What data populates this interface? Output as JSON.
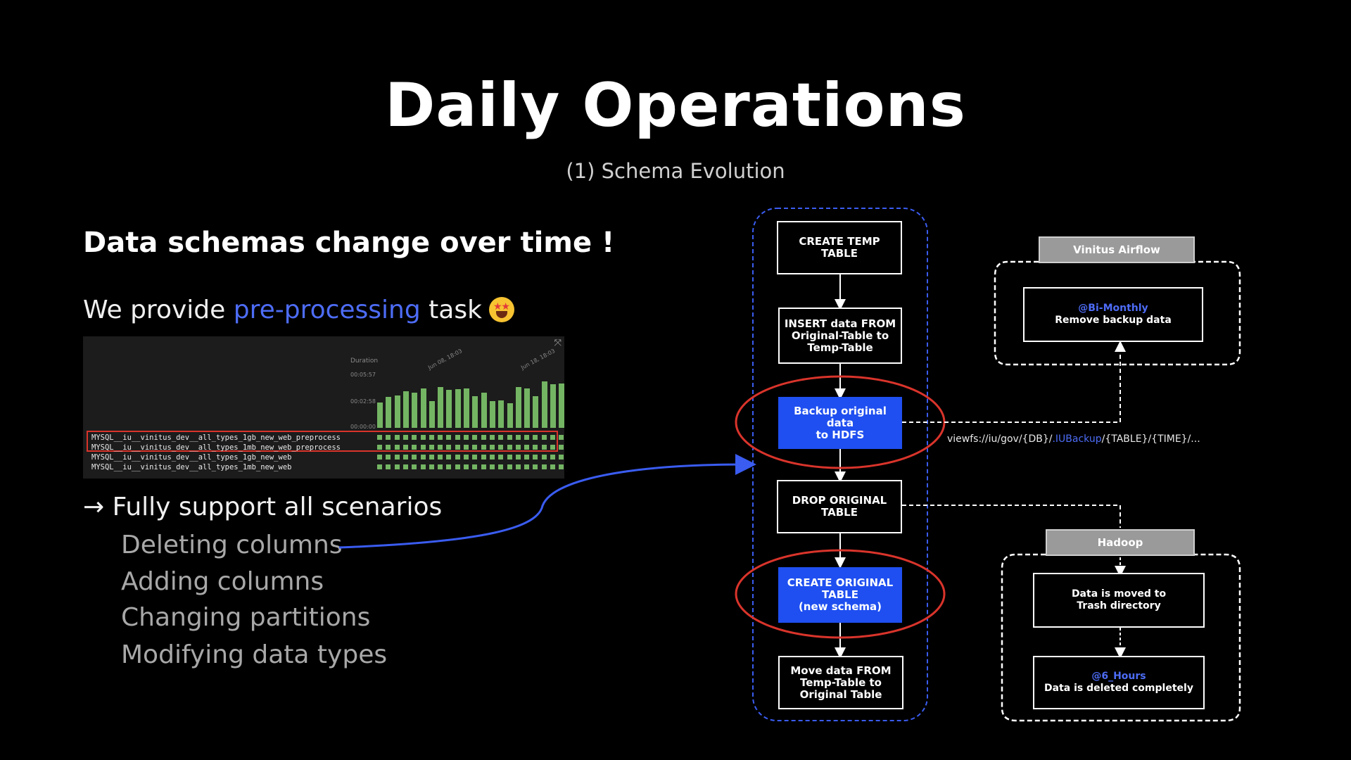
{
  "title": "Daily Operations",
  "subtitle": "(1) Schema Evolution",
  "headline": "Data schemas change over time !",
  "provide": {
    "prefix": "We provide ",
    "highlight": "pre-processing",
    "suffix": " task"
  },
  "emoji_icon": "star-struck-emoji-icon",
  "support_text": "→ Fully support all scenarios",
  "scenarios": [
    "Deleting columns",
    "Adding columns",
    "Changing partitions",
    "Modifying data types"
  ],
  "airflow_panel": {
    "duration_label": "Duration",
    "y_ticks": [
      "00:05:57",
      "00:02:58",
      "00:00:00"
    ],
    "dates": [
      "Jun 08, 18:03",
      "Jun 18, 18:03"
    ],
    "bar_levels": [
      0.45,
      0.55,
      0.58,
      0.65,
      0.62,
      0.7,
      0.48,
      0.72,
      0.67,
      0.69,
      0.7,
      0.56,
      0.63,
      0.48,
      0.49,
      0.44,
      0.73,
      0.7,
      0.56,
      0.82,
      0.78,
      0.79
    ],
    "rows": [
      "MYSQL__iu__vinitus_dev__all_types_1gb_new_web_preprocess",
      "MYSQL__iu__vinitus_dev__all_types_1mb_new_web_preprocess",
      "MYSQL__iu__vinitus_dev__all_types_1gb_new_web",
      "MYSQL__iu__vinitus_dev__all_types_1mb_new_web"
    ],
    "bar_color": "#74b563",
    "highlight_color": "#d9342b"
  },
  "flow": {
    "steps": [
      "CREATE TEMP\nTABLE",
      "INSERT data FROM\nOriginal-Table to\nTemp-Table",
      "Backup original data\nto HDFS",
      "DROP ORIGINAL\nTABLE",
      "CREATE ORIGINAL\nTABLE\n(new schema)",
      "Move data FROM\nTemp-Table to\nOriginal Table"
    ],
    "highlight_color": "#1f4ff0"
  },
  "airflow_group": {
    "label": "Vinitus Airflow",
    "schedule": "@Bi-Monthly",
    "task": "Remove backup data"
  },
  "hadoop_group": {
    "label": "Hadoop",
    "step1": "Data is moved to\nTrash directory",
    "schedule": "@6_Hours",
    "step2": "Data is deleted completely"
  },
  "backup_path": {
    "prefix": "viewfs://iu/gov/{DB}/",
    "highlight": ".IUBackup",
    "suffix": "/{TABLE}/{TIME}/..."
  },
  "colors": {
    "accent": "#4d6cf5",
    "ellipse": "#d9342b",
    "bg": "#000000"
  }
}
